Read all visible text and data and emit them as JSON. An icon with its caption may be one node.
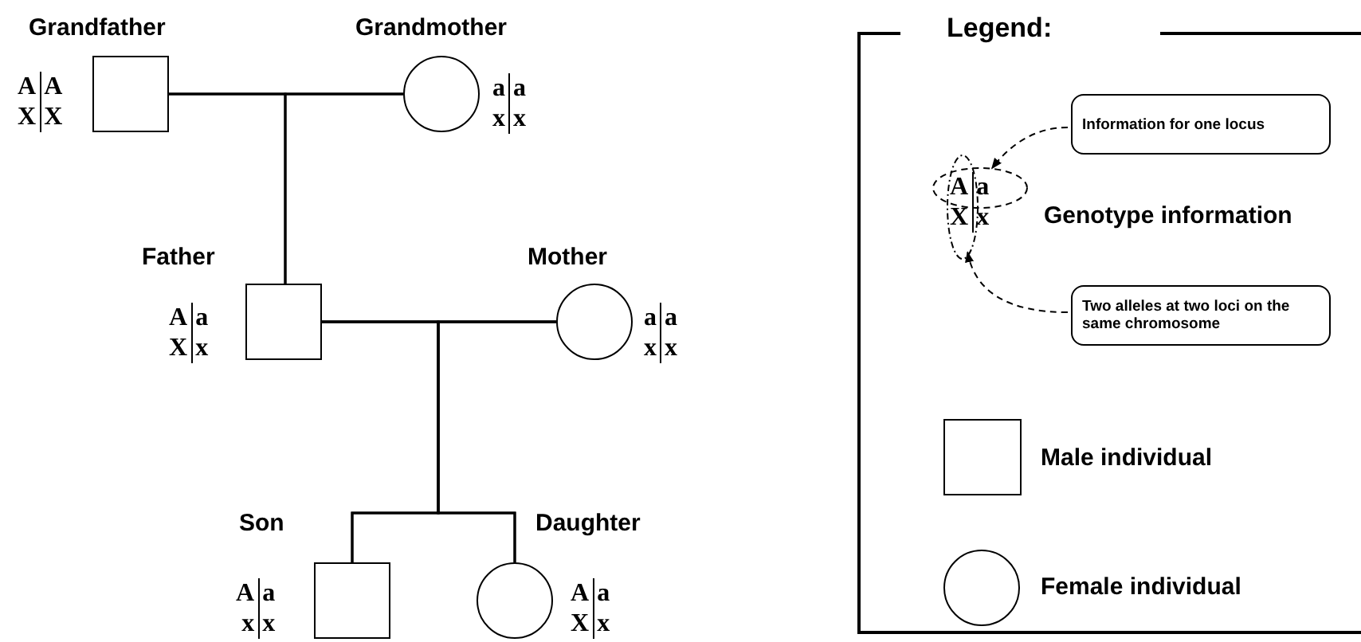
{
  "diagram": {
    "nodes": [
      {
        "text": [
          "Grandfather"
        ],
        "beside": [
          "A",
          "A",
          "X",
          "X"
        ]
      },
      {
        "text": [
          "Grandmother"
        ],
        "beside": [
          "a",
          "a",
          "x",
          "x"
        ]
      },
      {
        "text": [
          "Father"
        ],
        "beside": [
          "A",
          "a",
          "X",
          "x"
        ]
      },
      {
        "text": [
          "Mother"
        ],
        "beside": [
          "a",
          "a",
          "x",
          "x"
        ]
      },
      {
        "text": [
          "Son"
        ],
        "beside": [
          "A",
          "a",
          "x",
          "x"
        ]
      },
      {
        "text": [
          "Daughter"
        ],
        "beside": [
          "A",
          "a",
          "X",
          "x"
        ]
      },
      {
        "text": [
          "Legend:"
        ]
      },
      {
        "text": [
          "Information for one locus"
        ],
        "in": 6
      },
      {
        "text": [],
        "shape": "ellipse",
        "in": 6
      },
      {
        "text": [],
        "shape": "ellipse",
        "in": 6
      },
      {
        "text": [
          "Two alleles at two loci on the same chromosome"
        ],
        "in": 6
      }
    ],
    "edges": [
      {
        "from": 0,
        "to": 1,
        "arrow": "none"
      },
      {
        "from": 0,
        "to": 2,
        "arrow": "none"
      },
      {
        "from": 1,
        "to": 2,
        "arrow": "none"
      },
      {
        "from": 2,
        "to": 3,
        "arrow": "none"
      },
      {
        "from": 2,
        "to": 4,
        "arrow": "none"
      },
      {
        "from": 3,
        "to": 4,
        "arrow": "none"
      },
      {
        "from": 2,
        "to": 5,
        "arrow": "none"
      },
      {
        "from": 3,
        "to": 5,
        "arrow": "none"
      },
      {
        "from": 7,
        "to": 8,
        "arrow": "to",
        "style": "dashed"
      },
      {
        "from": 10,
        "to": 9,
        "arrow": "to",
        "style": "dashed"
      }
    ],
    "labels": [
      "A",
      "a",
      "X",
      "x",
      "Genotype information"
    ],
    "legend": [
      {
        "text": "Male individual"
      },
      {
        "text": "Female individual"
      }
    ]
  }
}
